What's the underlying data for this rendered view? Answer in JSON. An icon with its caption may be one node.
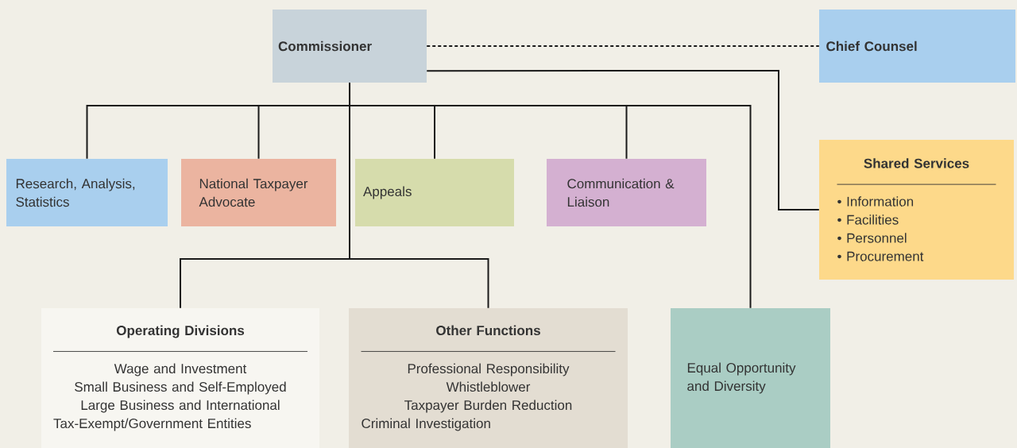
{
  "diagram": {
    "nodes": [
      {
        "text": [
          "Commissioner"
        ]
      },
      {
        "text": [
          "Chief Counsel"
        ]
      },
      {
        "text": [
          "Research, Analysis, Statistics"
        ]
      },
      {
        "text": [
          "National Taxpayer Advocate"
        ]
      },
      {
        "text": [
          "Appeals"
        ]
      },
      {
        "text": [
          "Communication & Liaison"
        ]
      },
      {
        "text": [
          "Shared Services",
          "• Information",
          "• Facilities",
          "• Personnel",
          "• Procurement"
        ]
      },
      {
        "text": [
          "Operating Divisions",
          "Wage and Investment",
          "Small Business and Self-Employed",
          "Large Business and International",
          "Tax-Exempt/Government Entities"
        ]
      },
      {
        "text": [
          "Other Functions",
          "Professional Responsibility",
          "Whistleblower",
          "Taxpayer Burden Reduction",
          "Criminal Investigation"
        ]
      },
      {
        "text": [
          "Equal Opportunity and Diversity"
        ]
      }
    ],
    "edges": [
      {
        "from": 0,
        "to": 1,
        "arrow": "none",
        "style": "dashed"
      },
      {
        "from": 0,
        "to": 6,
        "arrow": "none"
      },
      {
        "from": 0,
        "to": 2,
        "arrow": "none"
      },
      {
        "from": 0,
        "to": 3,
        "arrow": "none"
      },
      {
        "from": 0,
        "to": 4,
        "arrow": "none"
      },
      {
        "from": 0,
        "to": 5,
        "arrow": "none"
      },
      {
        "from": 0,
        "to": 9,
        "arrow": "none"
      },
      {
        "from": 0,
        "to": 7,
        "arrow": "none"
      },
      {
        "from": 0,
        "to": 8,
        "arrow": "none"
      }
    ]
  }
}
